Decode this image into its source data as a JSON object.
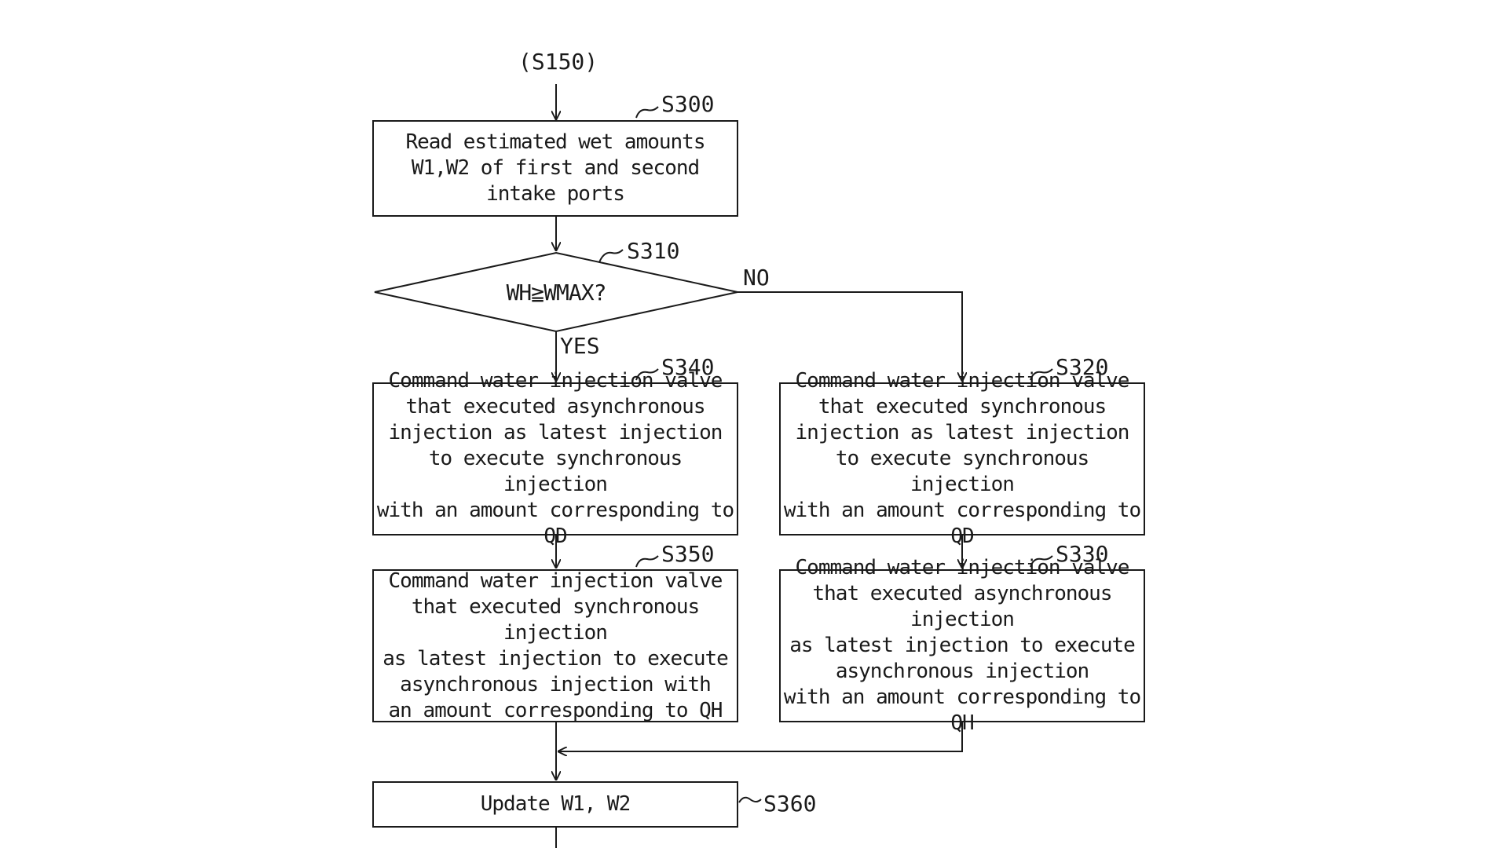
{
  "entry_label": "(S150)",
  "steps": {
    "s300": {
      "id": "S300",
      "text": "Read estimated wet amounts\nW1,W2 of first and second\nintake ports"
    },
    "s310": {
      "id": "S310",
      "text": "WH≧WMAX?",
      "yes": "YES",
      "no": "NO"
    },
    "s340": {
      "id": "S340",
      "text": "Command water injection valve\nthat executed asynchronous\ninjection as latest injection\nto execute synchronous injection\nwith an amount corresponding to QD"
    },
    "s320": {
      "id": "S320",
      "text": "Command water injection valve\nthat executed synchronous\ninjection as latest injection\nto execute synchronous injection\nwith an amount corresponding to QD"
    },
    "s350": {
      "id": "S350",
      "text": "Command water injection valve\nthat executed synchronous injection\nas latest injection to execute\nasynchronous injection with\nan amount corresponding to QH"
    },
    "s330": {
      "id": "S330",
      "text": "Command water injection valve\nthat executed asynchronous injection\nas latest injection to execute\nasynchronous injection\nwith an amount corresponding to QH"
    },
    "s360": {
      "id": "S360",
      "text": "Update W1, W2"
    }
  }
}
